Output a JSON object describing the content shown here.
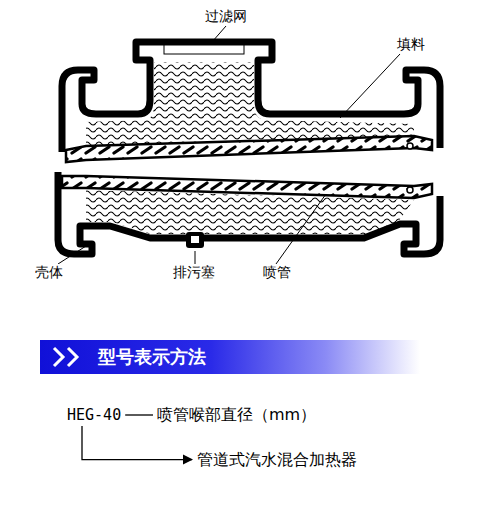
{
  "diagram": {
    "nodes": [
      {
        "text": [
          "型号表示方法"
        ]
      }
    ],
    "labels": [
      "过滤网",
      "填料",
      "壳体",
      "排污塞",
      "喷管",
      "HEG-40",
      "喷管喉部直径（mm）",
      "管道式汽水混合加热器"
    ]
  }
}
